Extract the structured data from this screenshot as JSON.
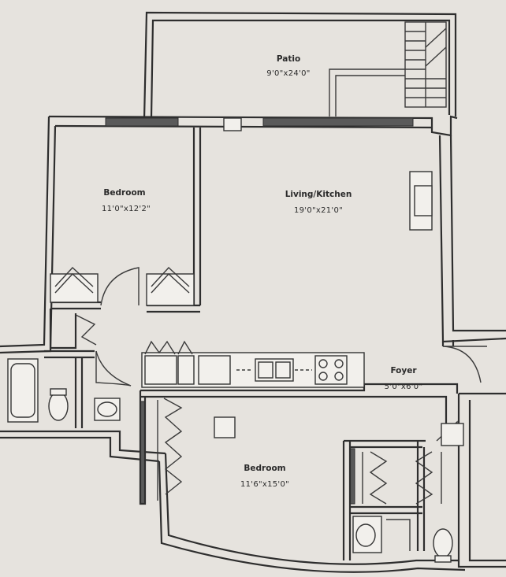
{
  "rooms": {
    "patio": {
      "name": "Patio",
      "size": "9'0\"x24'0\""
    },
    "bedroom_1": {
      "name": "Bedroom",
      "size": "11'0\"x12'2\""
    },
    "living": {
      "name": "Living/Kitchen",
      "size": "19'0\"x21'0\""
    },
    "foyer": {
      "name": "Foyer",
      "size": "5'0\"x6'0\""
    },
    "bedroom_2": {
      "name": "Bedroom",
      "size": "11'6\"x15'0\""
    }
  }
}
